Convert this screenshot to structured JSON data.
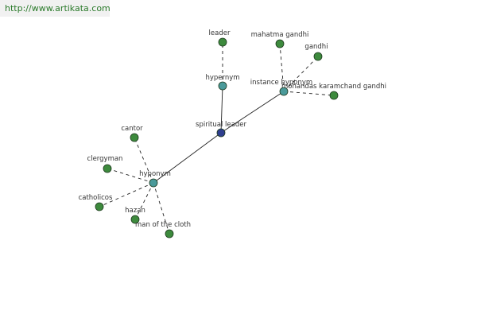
{
  "source_url": "http://www.artikata.com",
  "colors": {
    "root": "#2f3f8f",
    "relation": "#4a9a9a",
    "leaf": "#3d8a3d",
    "edge": "#222222",
    "label": "#333333"
  },
  "nodes": [
    {
      "id": "root",
      "label": "spiritual leader",
      "kind": "root"
    },
    {
      "id": "hypernym",
      "label": "hypernym",
      "kind": "relation"
    },
    {
      "id": "instance",
      "label": "instance hyponym",
      "kind": "relation"
    },
    {
      "id": "hyponym",
      "label": "hyponym",
      "kind": "relation"
    },
    {
      "id": "leader",
      "label": "leader",
      "kind": "leaf"
    },
    {
      "id": "mahatma",
      "label": "mahatma gandhi",
      "kind": "leaf"
    },
    {
      "id": "gandhi",
      "label": "gandhi",
      "kind": "leaf"
    },
    {
      "id": "mohandas",
      "label": "mohandas karamchand gandhi",
      "kind": "leaf"
    },
    {
      "id": "cantor",
      "label": "cantor",
      "kind": "leaf"
    },
    {
      "id": "clergyman",
      "label": "clergyman",
      "kind": "leaf"
    },
    {
      "id": "catholicos",
      "label": "catholicos",
      "kind": "leaf"
    },
    {
      "id": "hazan",
      "label": "hazan",
      "kind": "leaf"
    },
    {
      "id": "cloth",
      "label": "man of the cloth",
      "kind": "leaf"
    }
  ],
  "edges": [
    {
      "from": "root",
      "to": "hypernym",
      "style": "solid"
    },
    {
      "from": "root",
      "to": "instance",
      "style": "solid"
    },
    {
      "from": "root",
      "to": "hyponym",
      "style": "solid"
    },
    {
      "from": "hypernym",
      "to": "leader",
      "style": "dashed"
    },
    {
      "from": "instance",
      "to": "mahatma",
      "style": "dashed"
    },
    {
      "from": "instance",
      "to": "gandhi",
      "style": "dashed"
    },
    {
      "from": "instance",
      "to": "mohandas",
      "style": "dashed"
    },
    {
      "from": "hyponym",
      "to": "cantor",
      "style": "dashed"
    },
    {
      "from": "hyponym",
      "to": "clergyman",
      "style": "dashed"
    },
    {
      "from": "hyponym",
      "to": "catholicos",
      "style": "dashed"
    },
    {
      "from": "hyponym",
      "to": "hazan",
      "style": "dashed"
    },
    {
      "from": "hyponym",
      "to": "cloth",
      "style": "dashed"
    }
  ]
}
